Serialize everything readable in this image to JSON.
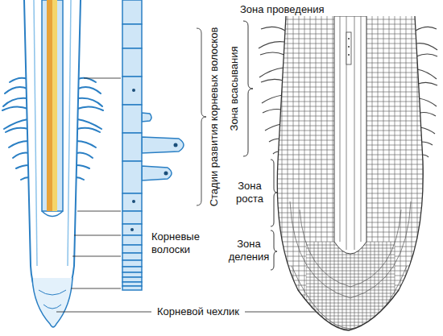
{
  "diagram": {
    "labels": [
      "Зона проведения",
      "Зона всасывания",
      "Стадии развития корневых волосков",
      "Зона роста",
      "Зона деления",
      "Корневые волоски",
      "Корневой чехлик"
    ]
  }
}
